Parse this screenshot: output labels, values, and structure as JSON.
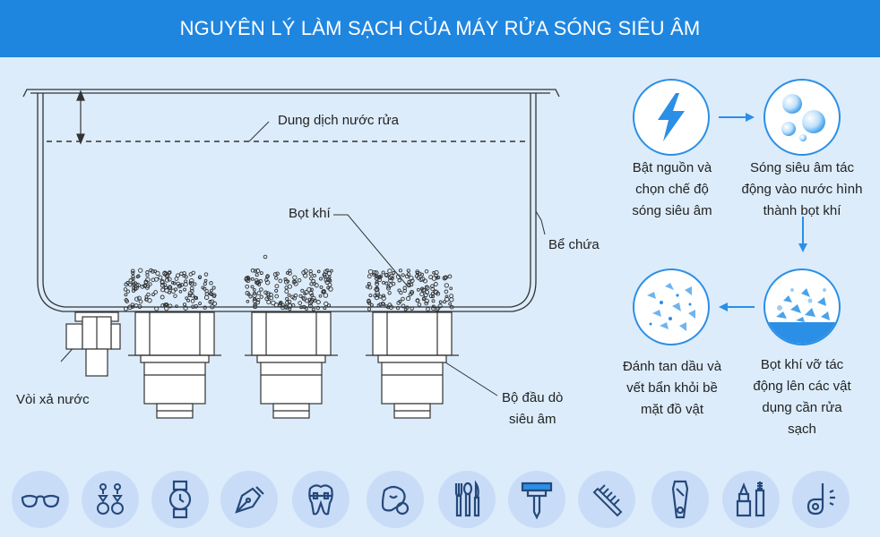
{
  "header": {
    "title": "NGUYÊN LÝ LÀM SẠCH CỦA MÁY RỬA SÓNG SIÊU ÂM"
  },
  "labels": {
    "solution": "Dung dịch nước rửa",
    "bubbles": "Bọt khí",
    "tank": "Bể chứa",
    "drain": "Vòi xả nước",
    "transducer_line1": "Bộ đầu dò",
    "transducer_line2": "siêu âm"
  },
  "steps": [
    {
      "icon": "lightning-icon",
      "lines": [
        "Bật nguồn và",
        "chọn chế độ",
        "sóng siêu âm"
      ]
    },
    {
      "icon": "bubbles-icon",
      "lines": [
        "Sóng siêu âm tác",
        "động vào nước hình",
        "thành bọt khí"
      ]
    },
    {
      "icon": "bursting-bubbles-icon",
      "lines": [
        "Bọt khí vỡ tác",
        "động lên các vật",
        "dụng cần rửa",
        "sạch"
      ]
    },
    {
      "icon": "dirt-dissolving-icon",
      "lines": [
        "Đánh tan dầu và",
        "vết bẩn khỏi bề",
        "mặt đồ vật"
      ]
    }
  ],
  "items": [
    "glasses-icon",
    "earrings-icon",
    "watch-icon",
    "pen-nib-icon",
    "dental-braces-icon",
    "pacifier-icon",
    "cutlery-icon",
    "razor-icon",
    "comb-icon",
    "nail-clipper-icon",
    "lipstick-mascara-icon",
    "probe-icon"
  ],
  "colors": {
    "header": "#1f86e0",
    "background": "#dcecfb",
    "accent": "#2b8fe6",
    "icon_circle": "#c9dcf7"
  }
}
